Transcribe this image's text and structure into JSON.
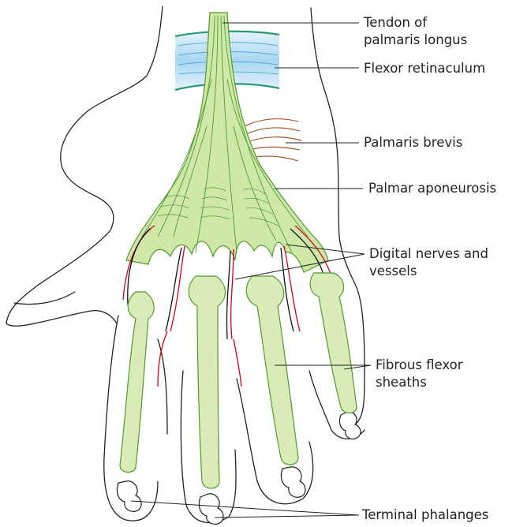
{
  "labels": {
    "tendon_line1": "Tendon of",
    "tendon_line2": "palmaris longus",
    "flexor_retinaculum": "Flexor retinaculum",
    "palmaris_brevis": "Palmaris brevis",
    "palmar_aponeurosis": "Palmar aponeurosis",
    "digital_line1": "Digital nerves and",
    "digital_line2": "vessels",
    "fibrous_line1": "Fibrous flexor",
    "fibrous_line2": "sheaths",
    "terminal_phalanges": "Terminal phalanges"
  },
  "colors": {
    "outline": "#222222",
    "aponeurosis_fill": "#cfe8a8",
    "aponeurosis_line": "#4f9a2e",
    "sheath_fill": "#d9ecb8",
    "retinaculum": "#2a9a74",
    "retinaculum_fill": "#a8d6f2",
    "muscle": "#9b4a1c",
    "vessel": "#d4001c",
    "nerve": "#111111"
  }
}
